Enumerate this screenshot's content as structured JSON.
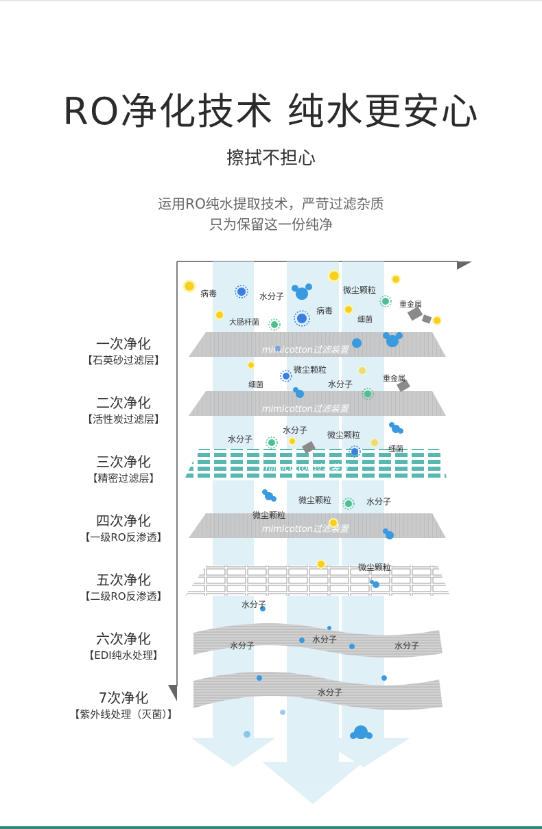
{
  "header": {
    "title": "RO净化技术 纯水更安心",
    "subtitle": "擦拭不担心",
    "desc_line1": "运用RO纯水提取技术，严苛过滤杂质",
    "desc_line2": "只为保留这一份纯净"
  },
  "stages": [
    {
      "name": "一次净化",
      "layer": "【石英砂过滤层】"
    },
    {
      "name": "二次净化",
      "layer": "【活性炭过滤层】"
    },
    {
      "name": "三次净化",
      "layer": "【精密过滤层】"
    },
    {
      "name": "四次净化",
      "layer": "【一级RO反渗透】"
    },
    {
      "name": "五次净化",
      "layer": "【二级RO反渗透】"
    },
    {
      "name": "六次净化",
      "layer": "【EDI纯水处理】"
    },
    {
      "name": "7次净化",
      "layer": "【紫外线处理（灭菌）】"
    }
  ],
  "filter_brand": "mimicotton过滤装置",
  "particles": {
    "virus": "病毒",
    "water": "水分子",
    "dust": "微尘颗粒",
    "metal": "重金属",
    "ecoli": "大肠杆菌",
    "bacteria": "细菌"
  },
  "colors": {
    "arrow": "#d6ecf5",
    "filter_gray": "#b8b8b8",
    "filter_teal": "#56b8b0",
    "accent": "#2e8b7a"
  }
}
